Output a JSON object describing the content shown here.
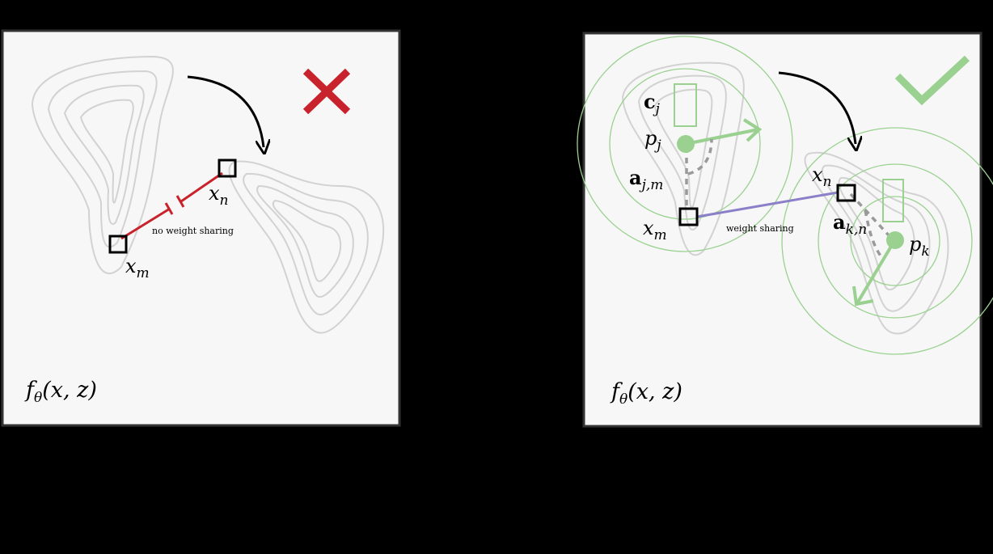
{
  "left_panel": {
    "point_m_label": "x",
    "point_m_sub": "m",
    "point_n_label": "x",
    "point_n_sub": "n",
    "edge_label": "no weight sharing",
    "function_label_f": "f",
    "function_label_sub": "θ",
    "function_label_args": "(x, z)",
    "status_icon": "cross-icon"
  },
  "right_panel": {
    "point_m_label": "x",
    "point_m_sub": "m",
    "point_n_label": "x",
    "point_n_sub": "n",
    "anchor_j_label": "p",
    "anchor_j_sub": "j",
    "anchor_k_label": "p",
    "anchor_k_sub": "k",
    "code_j_label": "c",
    "code_j_sub": "j",
    "offset_jm_label": "a",
    "offset_jm_sub": "j,m",
    "offset_kn_label": "a",
    "offset_kn_sub": "k,n",
    "edge_label": "weight sharing",
    "function_label_f": "f",
    "function_label_sub": "θ",
    "function_label_args": "(x, z)",
    "status_icon": "check-icon"
  },
  "colors": {
    "background": "#000000",
    "panel": "#f7f7f7",
    "contour": "#d2d2d2",
    "error": "#c8232c",
    "anchor": "#9ad190",
    "sharing": "#8a7fc8",
    "dashed": "#9a9a9a"
  }
}
